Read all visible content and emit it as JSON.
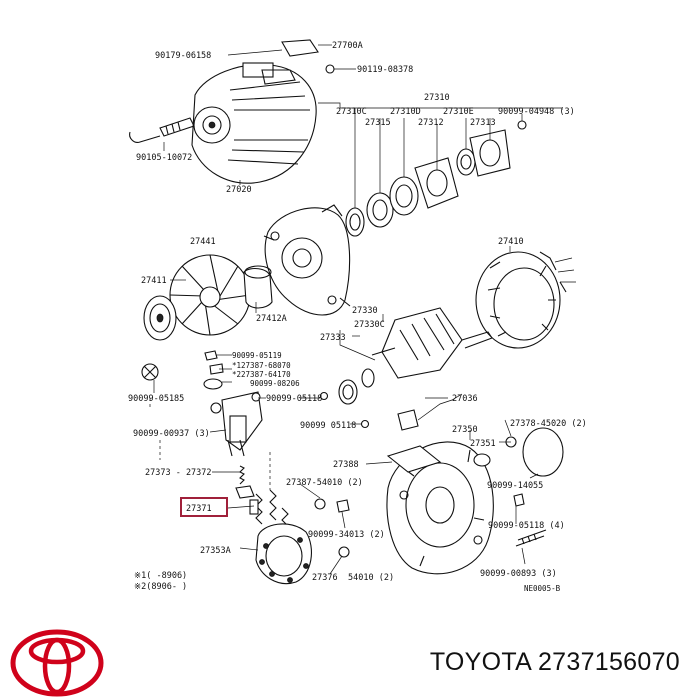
{
  "labels": {
    "l27700A": "27700A",
    "l90179": "90179-06158",
    "l90119": "90119-08378",
    "l27310": "27310",
    "l27310C": "27310C",
    "l27310D": "27310D",
    "l27310E": "27310E",
    "l90099_04948": "90099-04948 (3)",
    "l27315": "27315",
    "l27312": "27312",
    "l27313": "27313",
    "l90105": "90105-10072",
    "l27020": "27020",
    "l27441": "27441",
    "l27410": "27410",
    "l27411": "27411",
    "l27412A": "27412A",
    "l27330": "27330",
    "l27330C": "27330C",
    "l27333": "27333",
    "l90099_05119": "90099-05119",
    "l127387": "*127387-68070",
    "l227387": "*227387-64170",
    "l90099_08206": "90099-08206",
    "l90099_05185": "90099-05185",
    "l90099_05118a": "90099-05118",
    "l27036": "27036",
    "l90099_00937": "90099-00937 (3)",
    "l90099_05118b": "90099 05118",
    "l27378_45020": "27378-45020 (2)",
    "l27350": "27350",
    "l27351": "27351",
    "l27373_27372": "27373 - 27372",
    "l27388": "27388",
    "l90099_14055": "90099-14055",
    "l27371": "27371",
    "l27387_54010": "27387-54010 (2)",
    "l90099_34013": "90099-34013 (2)",
    "l90099_05118c": "90099-05118 (4)",
    "l27353A": "27353A",
    "l27376": "27376",
    "l54010": "54010 (2)",
    "l90099_00893": "90099-00893 (3)",
    "note1": "※1(    -8906)",
    "note2": "※2(8906-    )",
    "ref": "NE0005-B"
  },
  "highlight_part": "27371",
  "brand": {
    "text": "TOYOTA 2737156070",
    "logo_icon": "toyota-logo-icon",
    "logo_color": "#d0021b"
  }
}
